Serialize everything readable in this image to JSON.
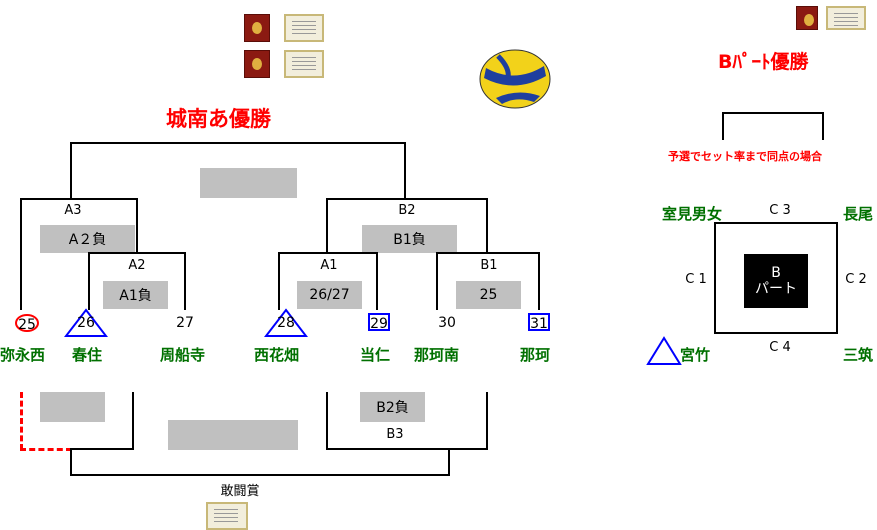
{
  "title_main": "城南あ優勝",
  "title_b": "Bﾊﾟｰﾄ優勝",
  "tiebreak_note": "予選でセット率まで同点の場合",
  "bottom_award": "敢闘賞",
  "match_labels": {
    "a3": "A3",
    "a2": "A2",
    "a1": "A1",
    "b2": "B2",
    "b1": "B1",
    "b3": "B3"
  },
  "grey_boxes": {
    "a2_lose": "A２負",
    "a1_lose": "A1負",
    "b1_lose": "B1負",
    "a1_score": "26/27",
    "b1_score": "25",
    "b2_lose": "B2負"
  },
  "teams": [
    {
      "num": "25",
      "name": "弥永西",
      "marker": "circle"
    },
    {
      "num": "26",
      "name": "春住",
      "marker": "triangle"
    },
    {
      "num": "27",
      "name": "周船寺",
      "marker": "none"
    },
    {
      "num": "28",
      "name": "西花畑",
      "marker": "triangle"
    },
    {
      "num": "29",
      "name": "当仁",
      "marker": "square"
    },
    {
      "num": "30",
      "name": "那珂南",
      "marker": "none"
    },
    {
      "num": "31",
      "name": "那珂",
      "marker": "square"
    }
  ],
  "c_block": {
    "top_left": "室見男女",
    "top_right": "長尾",
    "bottom_left": "宮竹",
    "bottom_right": "三筑",
    "c1": "C 1",
    "c2": "C 2",
    "c3": "C 3",
    "c4": "C 4",
    "center_line1": "B",
    "center_line2": "パート"
  },
  "colors": {
    "red": "#ff0000",
    "team_green": "#007000",
    "marker_blue": "#0000ff",
    "grey_box": "#c0c0c0"
  },
  "icons": [
    "trophy-plaque-icon",
    "certificate-icon",
    "volleyball-icon"
  ]
}
